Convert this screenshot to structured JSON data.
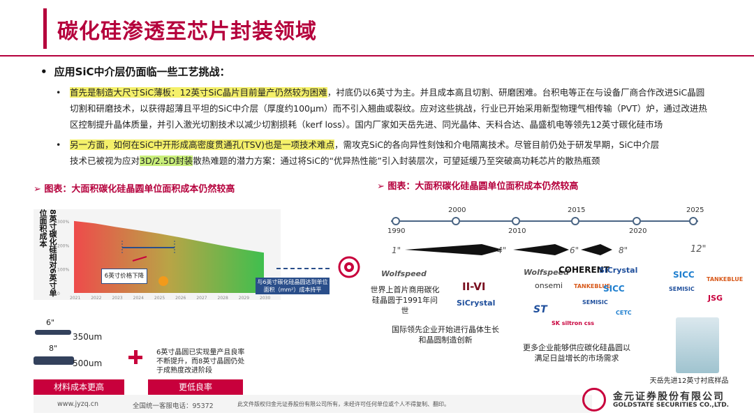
{
  "title": "碳化硅渗透至芯片封装领域",
  "heading": "应用SiC中介层仍面临一些工艺挑战：",
  "p1_hl": "首先是制造大尺寸SiC薄板：12英寸SiC晶片目前量产仍然较为困难",
  "p1_l1_rest": "，衬底仍以6英寸为主。并且成本高且切割、研磨困难。台积电等正在与设备厂商合作改进SiC晶圆",
  "p1_l2": "切割和研磨技术，以获得超薄且平坦的SiC中介层（厚度约100μm）而不引入翘曲或裂纹。应对这些挑战，行业已开始采用新型物理气相传输（PVT）炉，通过改进热",
  "p1_l3": "区控制提升晶体质量，并引入激光切割技术以减少切割损耗（kerf loss）。国内厂家如天岳先进、同光晶体、天科合达、晶盛机电等领先12英寸碳化硅市场",
  "p2_hl": "另一方面，如何在SiC中开形成高密度贯通孔(TSV)也是一项技术难点",
  "p2_l1_rest": "，需攻克SiC的各向异性刻蚀和介电隔离技术。尽管目前仍处于研发早期，SiC中介层",
  "p2_l2_a": "技术已被视为应对",
  "p2_l2_hl": "3D/2.5D封装",
  "p2_l2_b": "散热难题的潜力方案：通过将SiC的“优异热性能”引入封装层次，可望延缓乃至突破高功耗芯片的散热瓶颈",
  "left_chart_title": "图表：大面积碳化硅晶圆单位面积成本仍然较高",
  "right_chart_title": "图表：大面积碳化硅晶圆单位面积成本仍然较高",
  "left_ylabel": "8英寸碳化硅相对6英寸单位面积成本",
  "chart_data": {
    "type": "area",
    "x": [
      "2021",
      "2022",
      "2023",
      "2024",
      "2025",
      "2026",
      "2027",
      "2028",
      "2029",
      "2030"
    ],
    "values": [
      300,
      290,
      275,
      262,
      248,
      232,
      215,
      198,
      182,
      168
    ],
    "yticks": [
      "0",
      "100%",
      "200%",
      "300%"
    ],
    "ylim": [
      0,
      320
    ],
    "annotation_1": "6英寸价格下降",
    "annotation_2": "与6英寸碳化硅晶圆达到单位面积（mm²）成本持平"
  },
  "wafer_6": "6\"",
  "wafer_6_thk": "350um",
  "wafer_8": "8\"",
  "wafer_8_thk": "500um",
  "left_note": "6英寸晶圆已实现量产且良率不断提升，而8英寸晶圆仍处于成熟度改进阶段",
  "btn_left": "材料成本更高",
  "btn_right": "更低良率",
  "timeline": {
    "years_top": [
      "2000",
      "2015",
      "2025"
    ],
    "years_bottom": [
      "1990",
      "2010",
      "2020"
    ],
    "inches": [
      "1\"",
      "4\"",
      "6\"",
      "8\"",
      "12\""
    ]
  },
  "logos": {
    "wolfspeed": "Wolfspeed",
    "iivi": "II-VI",
    "sicrystal": "SiCrystal",
    "coherent": "COHERENT",
    "sicrystal2": "SiCrystal",
    "onsemi": "onsemi",
    "tankeblue": "TANKEBLUE",
    "sicc": "SICC",
    "semisic": "SEMISIC",
    "st": "ST",
    "sk": "SK siltron css",
    "cetc": "CETC",
    "sicc2": "SICC",
    "tankeblue2": "TANKEBLUE",
    "semisic2": "SEMISIC",
    "jsg": "JSG"
  },
  "cap_first": "世界上首片商用碳化硅晶圆于1991年问世",
  "cap_intl": "国际领先企业开始进行晶体生长和晶圆制造创新",
  "cap_more": "更多企业能够供应碳化硅晶圆以满足日益增长的市场需求",
  "cap_tianyue": "天岳先进12英寸衬底样品",
  "footer": {
    "site": "www.jyzq.cn",
    "phone": "全国统一客服电话：95372",
    "copyright": "此文件版权归金元证券股份有限公司所有，未经许可任何单位或个人不得复制、翻印。",
    "brand_cn": "金元证券股份有限公司",
    "brand_en": "GOLDSTATE SECURITIES CO.,LTD."
  }
}
